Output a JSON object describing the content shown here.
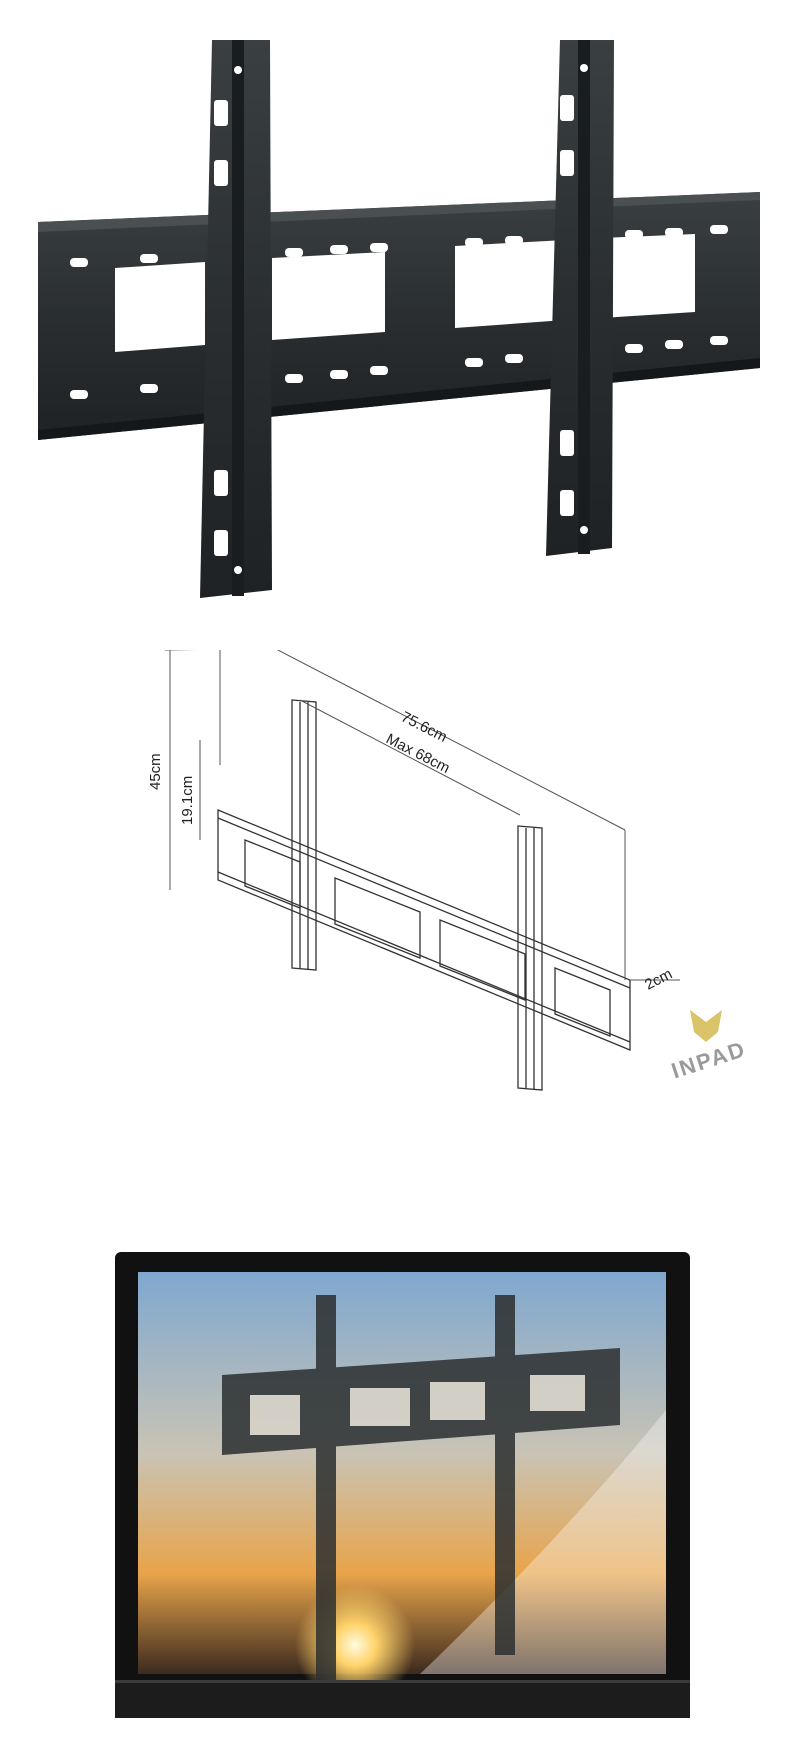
{
  "colors": {
    "bracket": "#2b2f30",
    "bracket_highlight": "#4a5052",
    "diagram_line": "#333333",
    "brand_gold": "#d9c46a",
    "brand_grey": "#9a9a9a",
    "tv_frame": "#111111"
  },
  "dimensions": {
    "overall_width": "75.6cm",
    "max_vesa": "Max 68cm",
    "overall_height": "45cm",
    "rail_height": "19.1cm",
    "depth": "2cm"
  },
  "brand": {
    "name": "INPAD"
  }
}
